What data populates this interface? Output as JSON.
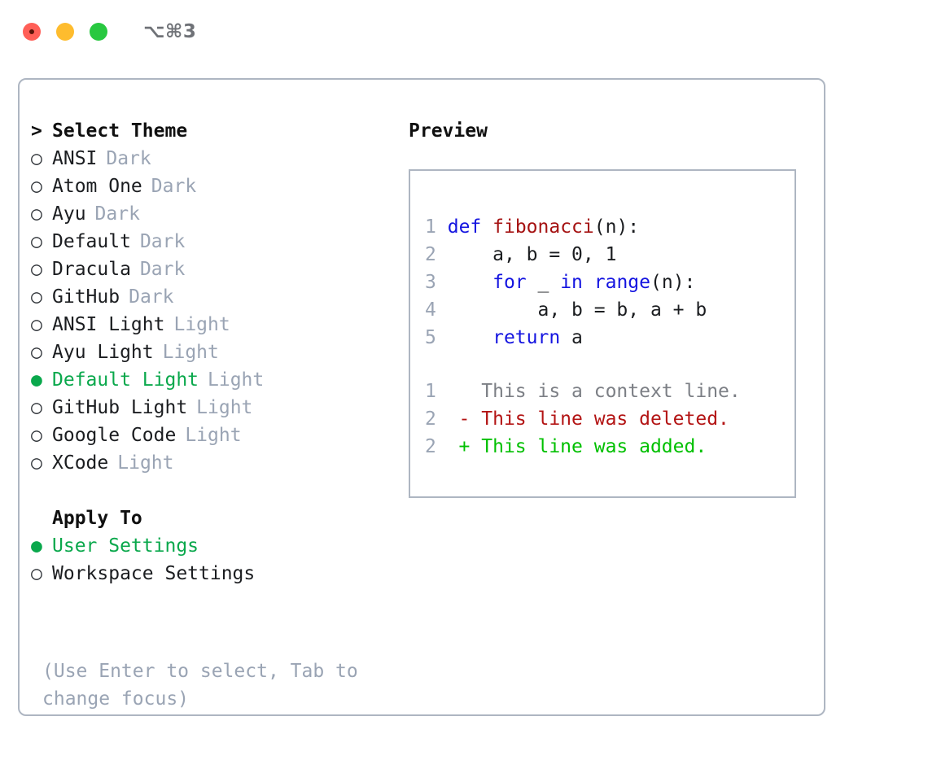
{
  "titlebar": {
    "shortcut": "⌥⌘3",
    "lights": [
      "close-red",
      "minimize-yellow",
      "zoom-green"
    ]
  },
  "theme_list": {
    "header_marker": ">",
    "header": "Select Theme",
    "markers": {
      "selected": "●",
      "unselected": "○"
    },
    "items": [
      {
        "name": "ANSI",
        "badge": "Dark",
        "selected": false
      },
      {
        "name": "Atom One",
        "badge": "Dark",
        "selected": false
      },
      {
        "name": "Ayu",
        "badge": "Dark",
        "selected": false
      },
      {
        "name": "Default",
        "badge": "Dark",
        "selected": false
      },
      {
        "name": "Dracula",
        "badge": "Dark",
        "selected": false
      },
      {
        "name": "GitHub",
        "badge": "Dark",
        "selected": false
      },
      {
        "name": "ANSI Light",
        "badge": "Light",
        "selected": false
      },
      {
        "name": "Ayu Light",
        "badge": "Light",
        "selected": false
      },
      {
        "name": "Default Light",
        "badge": "Light",
        "selected": true
      },
      {
        "name": "GitHub Light",
        "badge": "Light",
        "selected": false
      },
      {
        "name": "Google Code",
        "badge": "Light",
        "selected": false
      },
      {
        "name": "XCode",
        "badge": "Light",
        "selected": false
      }
    ]
  },
  "apply_to": {
    "header": "Apply To",
    "items": [
      {
        "name": "User Settings",
        "selected": true
      },
      {
        "name": "Workspace Settings",
        "selected": false
      }
    ]
  },
  "hint": "(Use Enter to select, Tab to change focus)",
  "preview": {
    "title": "Preview",
    "code": [
      {
        "num": "1",
        "tokens": [
          {
            "t": "def",
            "c": "kw"
          },
          {
            "t": " ",
            "c": "plain"
          },
          {
            "t": "fibonacci",
            "c": "fn"
          },
          {
            "t": "(n):",
            "c": "plain"
          }
        ]
      },
      {
        "num": "2",
        "tokens": [
          {
            "t": "    a, b = 0, 1",
            "c": "plain"
          }
        ]
      },
      {
        "num": "3",
        "tokens": [
          {
            "t": "    ",
            "c": "plain"
          },
          {
            "t": "for",
            "c": "kw"
          },
          {
            "t": " _ ",
            "c": "plain"
          },
          {
            "t": "in",
            "c": "kw"
          },
          {
            "t": " ",
            "c": "plain"
          },
          {
            "t": "range",
            "c": "kw"
          },
          {
            "t": "(n):",
            "c": "plain"
          }
        ]
      },
      {
        "num": "4",
        "tokens": [
          {
            "t": "        a, b = b, a + b",
            "c": "plain"
          }
        ]
      },
      {
        "num": "5",
        "tokens": [
          {
            "t": "    ",
            "c": "plain"
          },
          {
            "t": "return",
            "c": "kw"
          },
          {
            "t": " a",
            "c": "plain"
          }
        ]
      }
    ],
    "diff": [
      {
        "num": "1",
        "sign": " ",
        "text": "This is a context line.",
        "kind": "ctx"
      },
      {
        "num": "2",
        "sign": "-",
        "text": "This line was deleted.",
        "kind": "del"
      },
      {
        "num": "2",
        "sign": "+",
        "text": "This line was added.",
        "kind": "add"
      }
    ]
  },
  "colors": {
    "accent_green": "#0aa84c",
    "badge_gray": "#9aa4b4",
    "border": "#aeb6c2",
    "keyword_blue": "#1414e0",
    "function_red": "#a51212",
    "diff_deleted": "#b31414",
    "diff_added": "#00c000",
    "diff_context": "#7c7f85"
  }
}
